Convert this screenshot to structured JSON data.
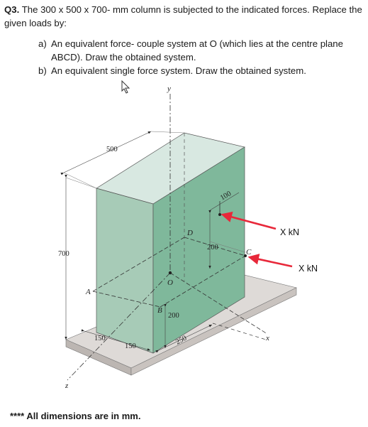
{
  "question": {
    "number": "Q3.",
    "text": "The 300 x 500 x 700- mm column is subjected to the indicated forces. Replace the given loads by:",
    "parts": [
      {
        "label": "a)",
        "text": "An equivalent force- couple system at O (which lies at the centre plane ABCD). Draw the obtained system."
      },
      {
        "label": "b)",
        "text": "An equivalent single force system. Draw the obtained system."
      }
    ]
  },
  "figure": {
    "dim_500": "500",
    "dim_700": "700",
    "dim_100": "100",
    "dim_200_right": "200",
    "dim_200_bottom": "200",
    "dim_150_left": "150",
    "dim_150_right": "150",
    "dim_250": "250",
    "point_A": "A",
    "point_B": "B",
    "point_C": "C",
    "point_D": "D",
    "point_O": "O",
    "axis_x": "x",
    "axis_y": "y",
    "axis_z": "z",
    "force_1": "X kN",
    "force_2": "X kN",
    "colors": {
      "column_front": "#a7cbb7",
      "column_top": "#d8e8e1",
      "column_side": "#7fb89b",
      "base_top": "#dedad7",
      "base_side": "#bcb6b2",
      "force_arrow": "#e8283a"
    }
  },
  "note": "**** All dimensions are in mm."
}
